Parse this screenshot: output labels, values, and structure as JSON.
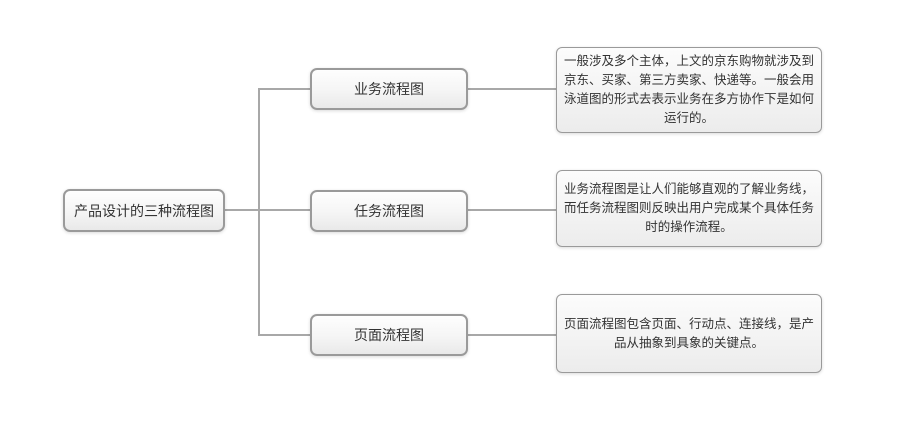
{
  "diagram": {
    "title": "产品设计的三种流程图",
    "root": {
      "label": "产品设计的三种流程图"
    },
    "branches": [
      {
        "label": "业务流程图",
        "description": "一般涉及多个主体，上文的京东购物就涉及到京东、买家、第三方卖家、快递等。一般会用泳道图的形式去表示业务在多方协作下是如何运行的。"
      },
      {
        "label": "任务流程图",
        "description": "业务流程图是让人们能够直观的了解业务线，而任务流程图则反映出用户完成某个具体任务时的操作流程。"
      },
      {
        "label": "页面流程图",
        "description": "页面流程图包含页面、行动点、连接线，是产品从抽象到具象的关键点。"
      }
    ],
    "colors": {
      "background": "#ffffff",
      "border": "#9a9a9a",
      "line": "#a8a8a8",
      "text": "#333333",
      "node_fill_top": "#fefefe",
      "node_fill_bottom": "#e9e9e9"
    }
  }
}
